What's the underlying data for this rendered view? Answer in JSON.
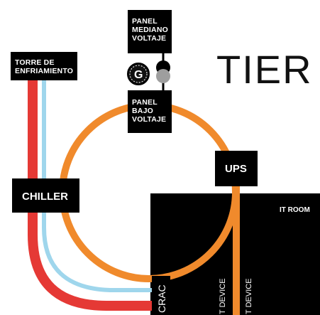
{
  "title": "TIER I",
  "panel_mediano": [
    "PANEL",
    "MEDIANO",
    "VOLTAJE"
  ],
  "panel_bajo": [
    "PANEL",
    "BAJO",
    "VOLTAJE"
  ],
  "torre": [
    "TORRE DE",
    "ENFRIAMIENTO"
  ],
  "generator": "G",
  "ups": "UPS",
  "chiller": "CHILLER",
  "it_room": "IT ROOM",
  "crac": "CRAC",
  "it_device_1": "T DEVICE",
  "it_device_2": "T DEVICE",
  "colors": {
    "power": "#f08a2c",
    "hot_water": "#e53935",
    "cold_water": "#9fd6ec",
    "box": "#000000"
  }
}
